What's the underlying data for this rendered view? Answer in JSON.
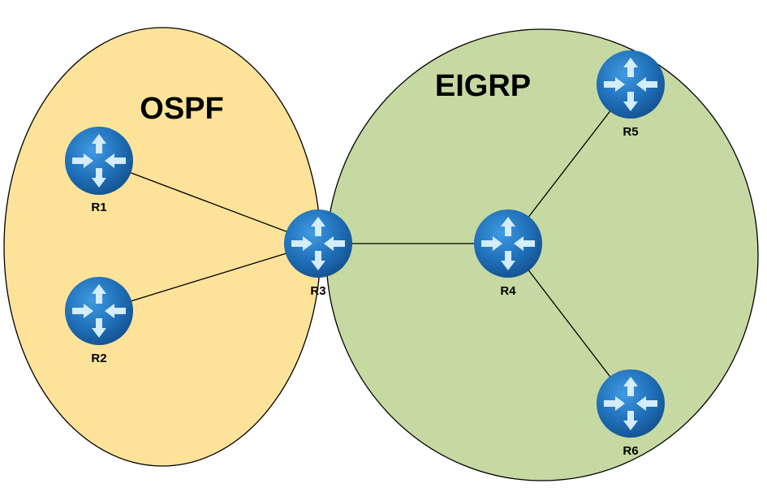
{
  "areas": [
    {
      "id": "ospf",
      "label": "OSPF",
      "fill": "#fde39a"
    },
    {
      "id": "eigrp",
      "label": "EIGRP",
      "fill": "#c6d9a2"
    }
  ],
  "routers": [
    {
      "id": "r1",
      "label": "R1"
    },
    {
      "id": "r2",
      "label": "R2"
    },
    {
      "id": "r3",
      "label": "R3"
    },
    {
      "id": "r4",
      "label": "R4"
    },
    {
      "id": "r5",
      "label": "R5"
    },
    {
      "id": "r6",
      "label": "R6"
    }
  ],
  "links": [
    {
      "from": "R1",
      "to": "R3"
    },
    {
      "from": "R2",
      "to": "R3"
    },
    {
      "from": "R3",
      "to": "R4"
    },
    {
      "from": "R4",
      "to": "R5"
    },
    {
      "from": "R4",
      "to": "R6"
    }
  ],
  "colors": {
    "router_body": "#1f6fb8",
    "router_arrows": "#d4ecfb",
    "area_outline": "#000000",
    "link": "#000000"
  },
  "icon": "router-icon"
}
